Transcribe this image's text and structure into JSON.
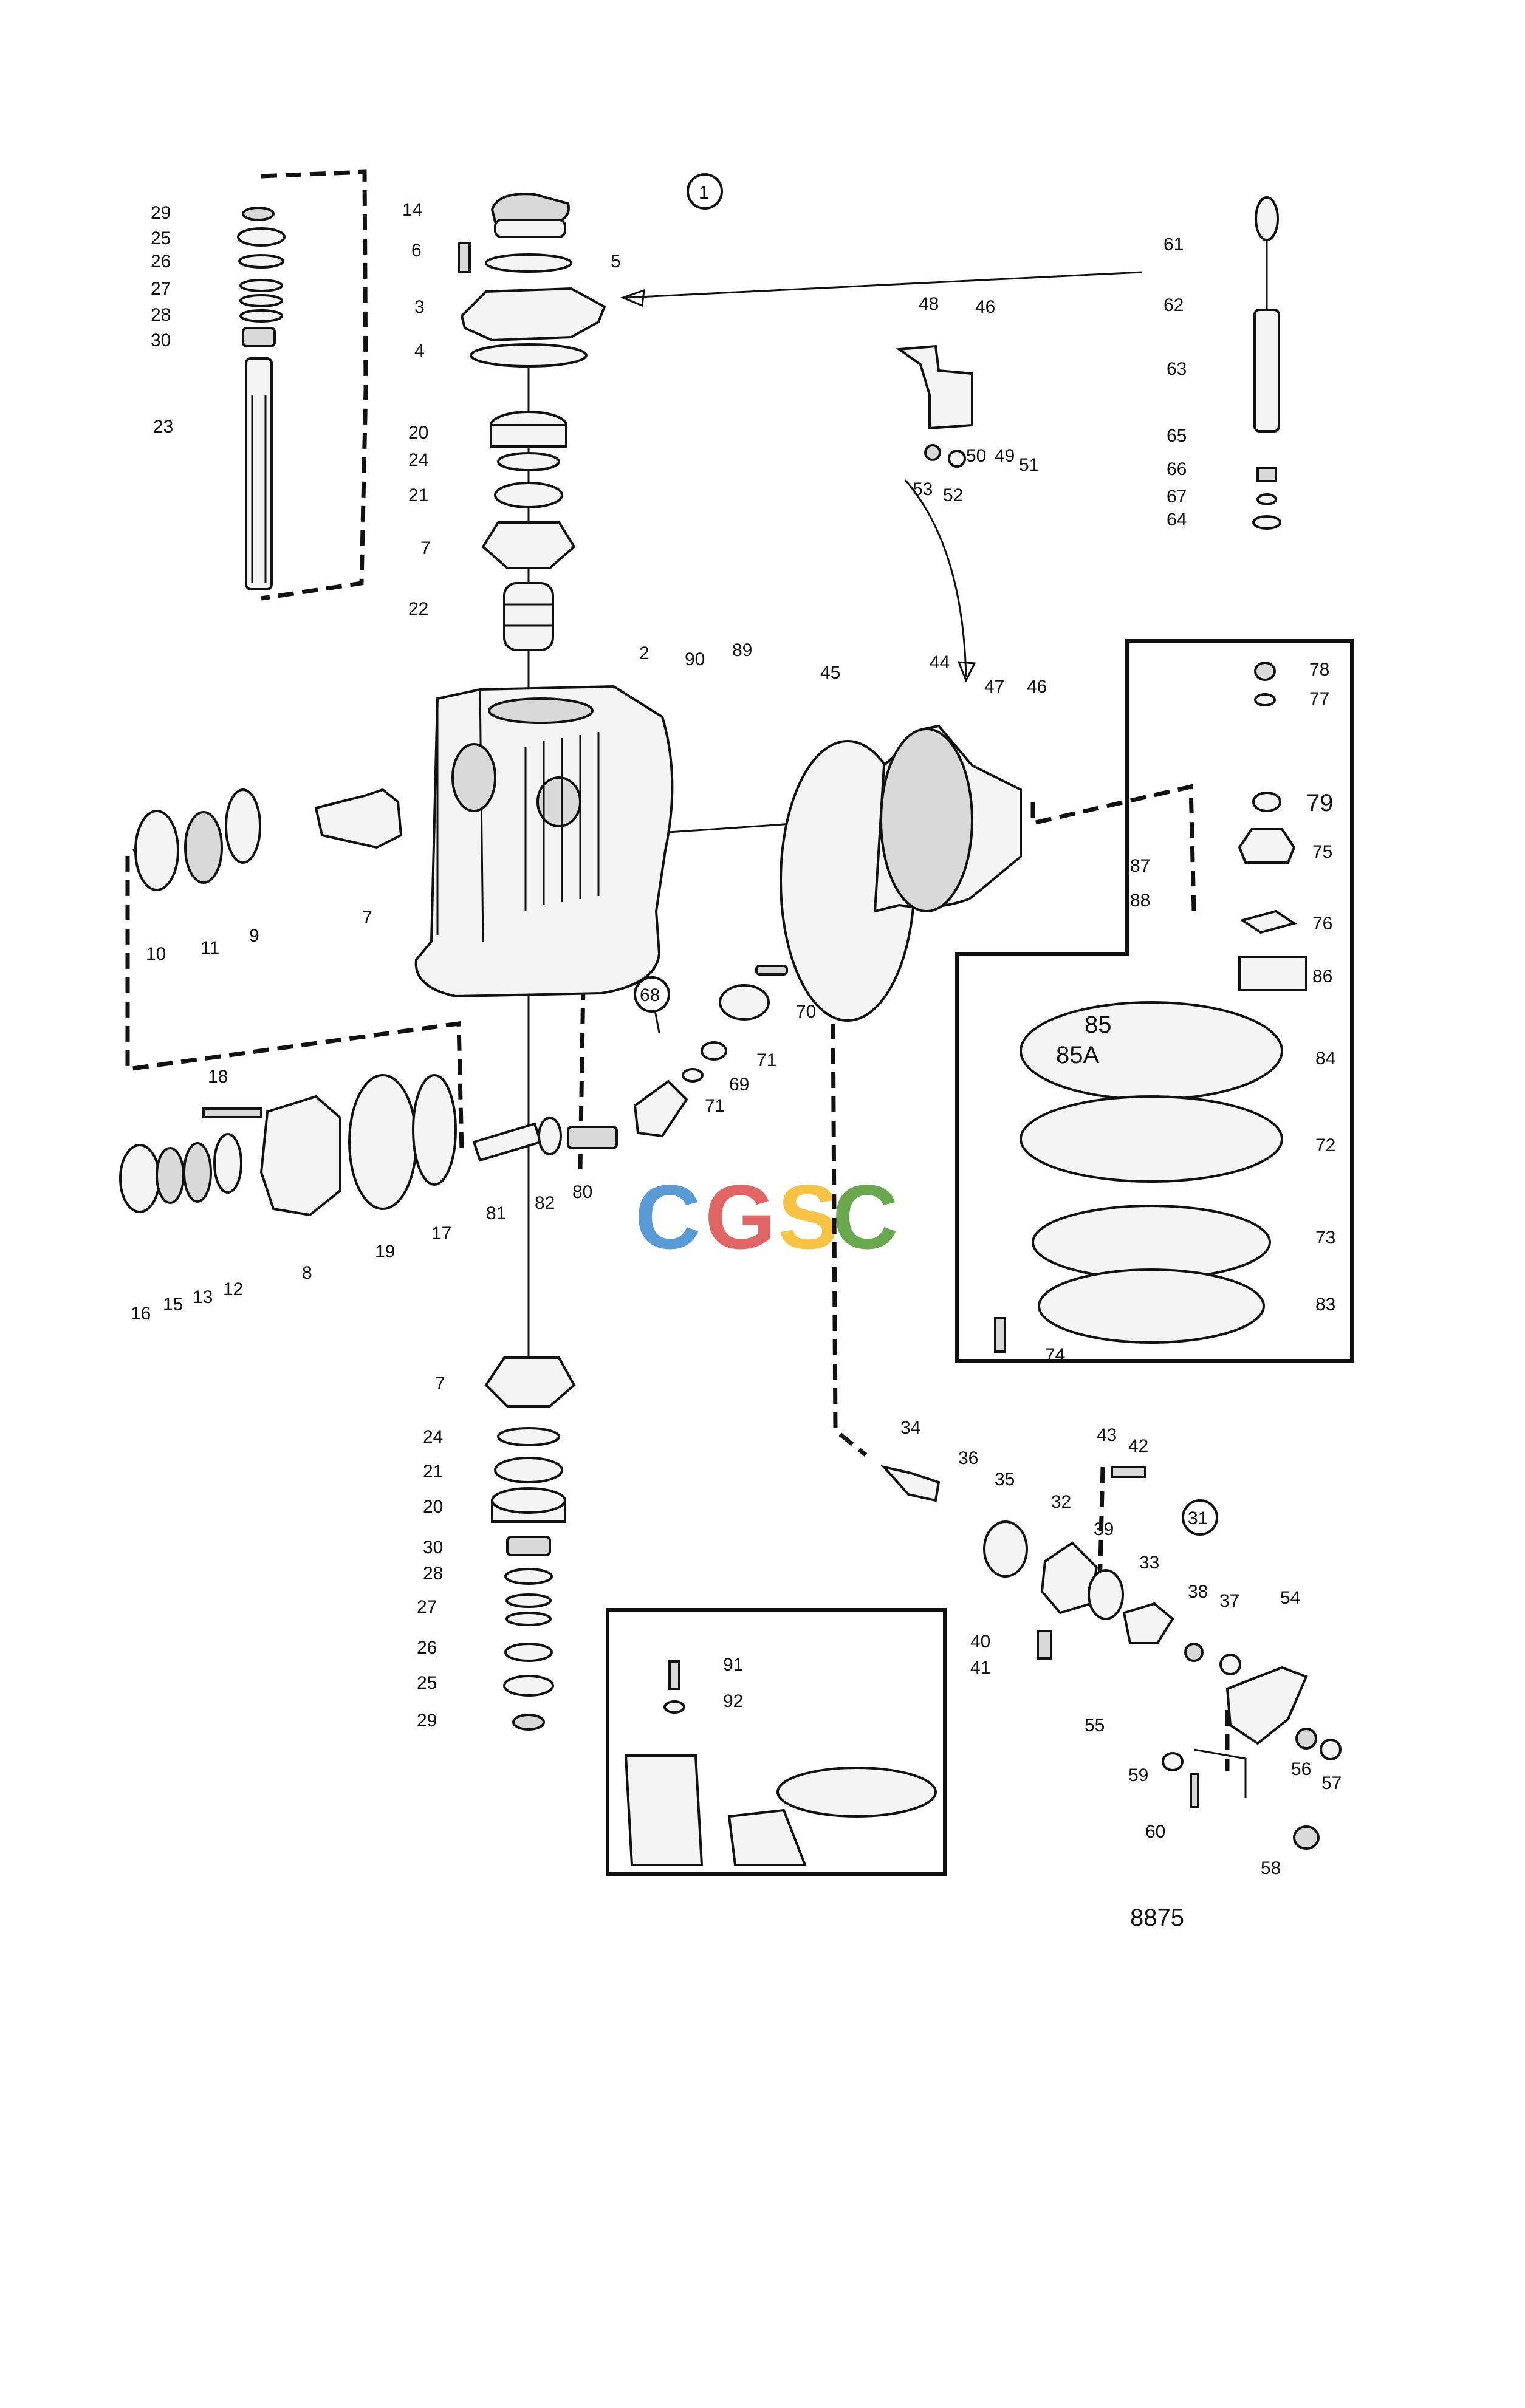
{
  "drawing_number": "8875",
  "watermark": {
    "letters": [
      "C",
      "G",
      "S",
      "C"
    ],
    "colors": [
      "#5b9bd5",
      "#e06666",
      "#f6c344",
      "#6aa84f"
    ]
  },
  "group_markers": [
    "1",
    "68",
    "31"
  ],
  "part_labels": [
    "29",
    "25",
    "26",
    "27",
    "28",
    "30",
    "23",
    "14",
    "6",
    "5",
    "3",
    "4",
    "20",
    "24",
    "21",
    "7",
    "22",
    "2",
    "90",
    "89",
    "45",
    "44",
    "47",
    "46",
    "48",
    "50",
    "49",
    "51",
    "53",
    "52",
    "61",
    "62",
    "63",
    "65",
    "66",
    "67",
    "64",
    "78",
    "77",
    "79",
    "75",
    "87",
    "88",
    "76",
    "86",
    "85",
    "85A",
    "84",
    "72",
    "73",
    "83",
    "74",
    "10",
    "11",
    "9",
    "18",
    "8",
    "19",
    "17",
    "16",
    "15",
    "13",
    "12",
    "81",
    "82",
    "80",
    "70",
    "71",
    "69",
    "34",
    "36",
    "35",
    "32",
    "39",
    "33",
    "43",
    "42",
    "38",
    "37",
    "54",
    "40",
    "41",
    "55",
    "59",
    "60",
    "56",
    "57",
    "58",
    "91",
    "92"
  ]
}
